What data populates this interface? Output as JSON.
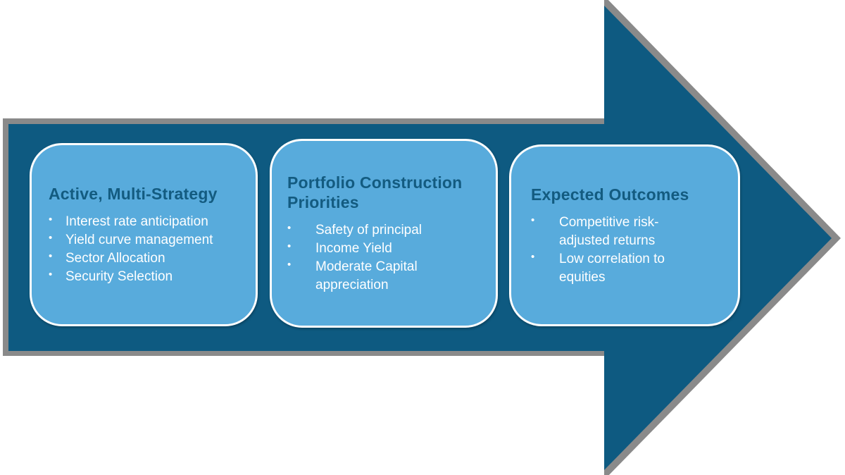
{
  "colors": {
    "arrow_fill": "#0e5a81",
    "arrow_outline": "#8a8a8a",
    "box_fill": "#58abdc",
    "box_border": "#ffffff",
    "heading_color": "#135b80",
    "bullet_text_color": "#ffffff"
  },
  "bullet_char": "•",
  "boxes": [
    {
      "heading": "Active, Multi-Strategy",
      "bullets": [
        "Interest rate anticipation",
        "Yield curve management",
        "Sector Allocation",
        "Security Selection"
      ]
    },
    {
      "heading": "Portfolio Construction Priorities",
      "bullets": [
        "Safety of principal",
        "Income Yield",
        "Moderate Capital appreciation"
      ]
    },
    {
      "heading": "Expected Outcomes",
      "bullets": [
        "Competitive risk-adjusted returns",
        "Low correlation to equities"
      ]
    }
  ]
}
